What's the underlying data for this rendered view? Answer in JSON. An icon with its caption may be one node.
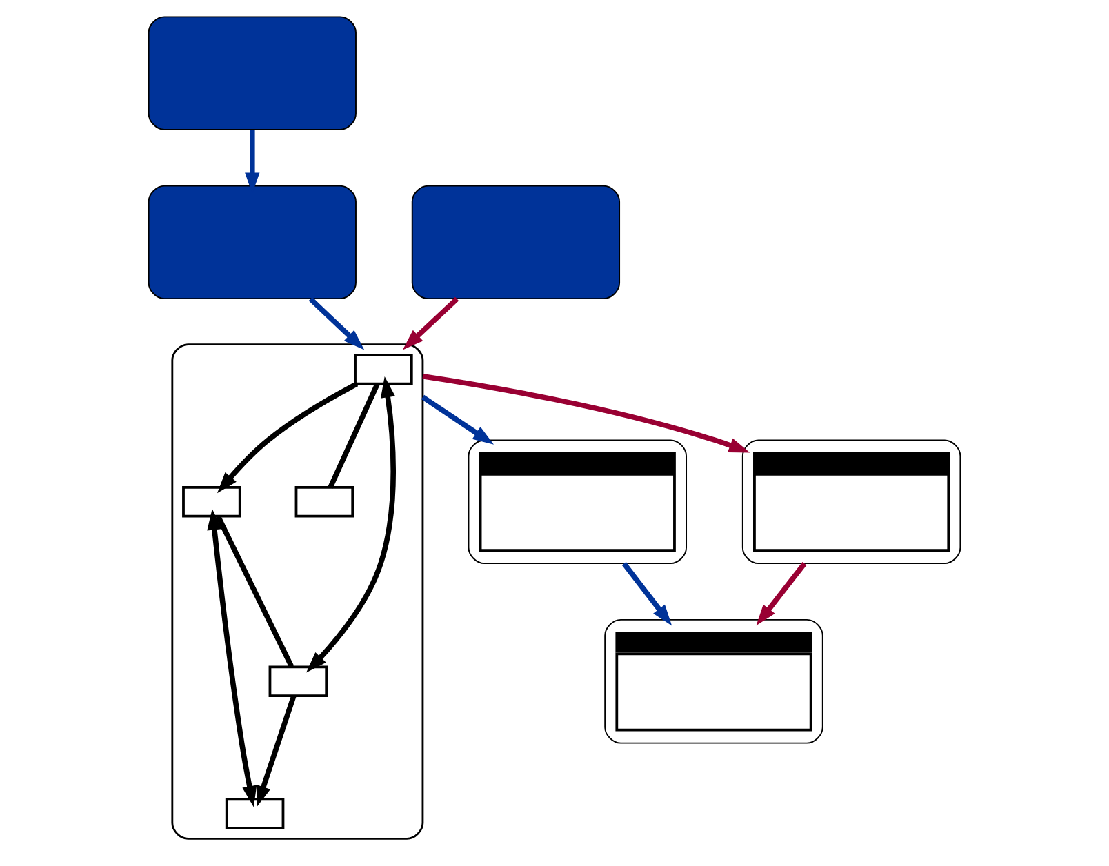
{
  "diagram": {
    "nodes": [
      {
        "text": [],
        "shape": "box"
      },
      {
        "text": [],
        "shape": "box"
      },
      {
        "text": [],
        "shape": "box"
      },
      {
        "text": [],
        "shape": "box",
        "in": 2
      },
      {
        "text": [],
        "shape": "box",
        "in": 2
      },
      {
        "text": [],
        "shape": "box",
        "in": 2
      },
      {
        "text": [],
        "shape": "box",
        "in": 2
      },
      {
        "text": [],
        "shape": "box",
        "in": 2
      },
      {
        "text": [],
        "shape": "box"
      },
      {
        "text": [],
        "shape": "picture"
      },
      {
        "text": [],
        "shape": "picture"
      },
      {
        "text": [],
        "shape": "picture"
      }
    ],
    "edges": [
      {
        "from": 0,
        "to": 1,
        "arrow": "to",
        "color": "#003399"
      },
      {
        "from": 1,
        "to": 2,
        "arrow": "to",
        "color": "#003399"
      },
      {
        "from": 8,
        "to": 2,
        "arrow": "to",
        "color": "#990033"
      },
      {
        "from": 2,
        "to": 9,
        "arrow": "to",
        "color": "#003399"
      },
      {
        "from": 2,
        "to": 10,
        "arrow": "to",
        "color": "#990033"
      },
      {
        "from": 9,
        "to": 11,
        "arrow": "to",
        "color": "#003399"
      },
      {
        "from": 10,
        "to": 11,
        "arrow": "to",
        "color": "#990033"
      },
      {
        "from": 3,
        "to": 4,
        "arrow": "to",
        "color": "#000000"
      },
      {
        "from": 3,
        "to": 6,
        "arrow": "both",
        "color": "#000000"
      },
      {
        "from": 4,
        "to": 7,
        "arrow": "both",
        "color": "#000000"
      },
      {
        "from": 6,
        "to": 7,
        "arrow": "to",
        "color": "#000000"
      },
      {
        "from": 3,
        "to": 5,
        "arrow": "none",
        "color": "#000000"
      },
      {
        "from": 4,
        "to": 6,
        "arrow": "none",
        "color": "#000000"
      }
    ]
  }
}
